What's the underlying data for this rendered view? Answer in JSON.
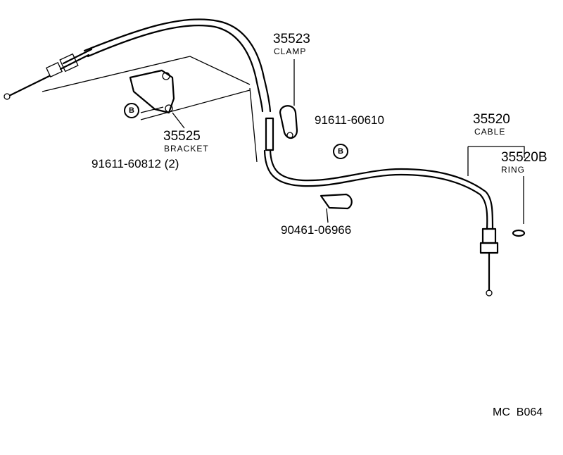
{
  "parts": {
    "clamp": {
      "number": "35523",
      "name": "CLAMP"
    },
    "cable": {
      "number": "35520",
      "name": "CABLE"
    },
    "ring": {
      "number": "35520B",
      "name": "RING"
    },
    "bracket": {
      "number": "35525",
      "name": "BRACKET"
    }
  },
  "part_codes": {
    "bolt_clamp": "91611-60610",
    "bolt_bracket": "91611-60812 (2)",
    "clip": "90461-06966"
  },
  "badge_letter": "B",
  "diagram_code": "MC  B064",
  "colors": {
    "ink": "#000000",
    "paper": "#ffffff"
  }
}
